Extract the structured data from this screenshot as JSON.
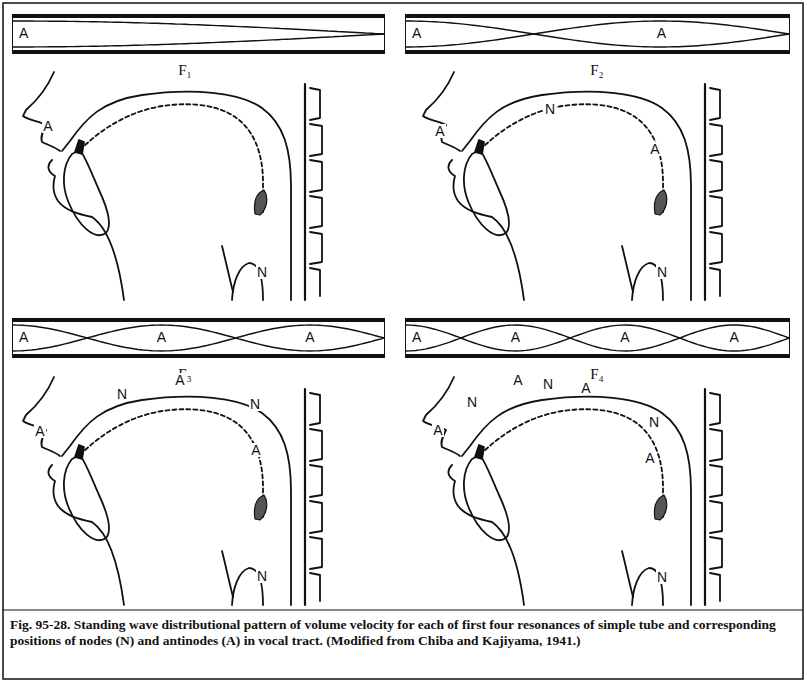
{
  "diagram": {
    "caption": "Fig. 95-28. Standing wave distributional pattern of volume velocity for each of first four resonances of simple tube and corresponding positions of nodes (N) and antinodes (A) in vocal tract. (Modified from Chiba and Kajiyama, 1941.)",
    "nodes": [
      {
        "text": [
          "A"
        ]
      },
      {
        "text": [
          "A",
          "A"
        ]
      },
      {
        "text": [
          "A",
          "A",
          "A"
        ]
      },
      {
        "text": [
          "A",
          "A",
          "A",
          "A"
        ]
      }
    ],
    "labels": [
      "F₁",
      "F₂",
      "F₃",
      "F₄",
      "A",
      "N",
      "A",
      "N",
      "A",
      "N",
      "A",
      "N",
      "A",
      "N",
      "A",
      "N",
      "A",
      "N",
      "A",
      "N",
      "A",
      "N",
      "A",
      "N"
    ]
  }
}
